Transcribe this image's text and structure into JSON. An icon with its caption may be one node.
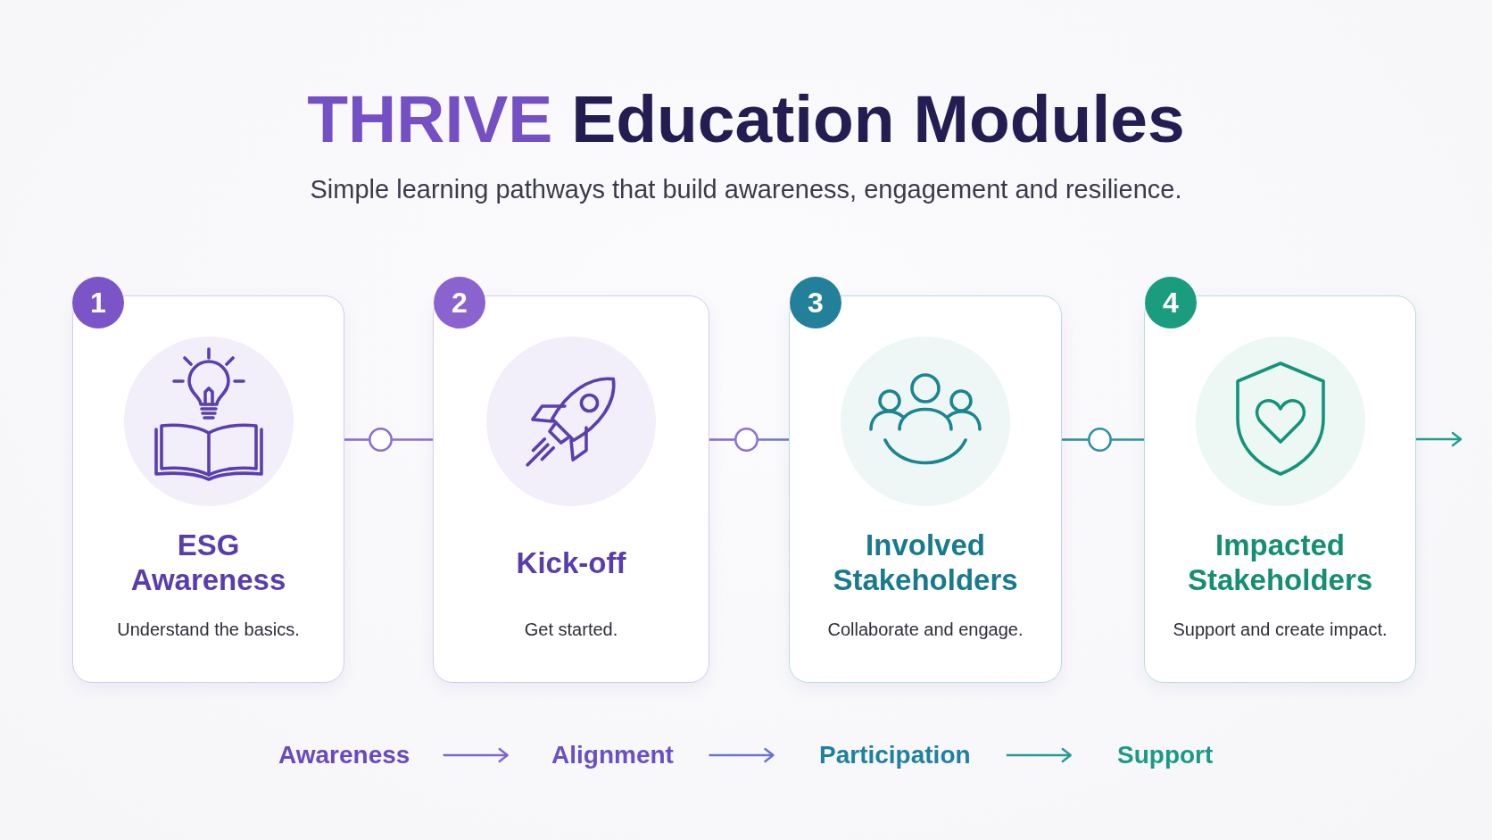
{
  "diagram": {
    "title": "**THRIVE** Education Modules",
    "nodes": [
      {
        "text": [
          "1"
        ]
      },
      {
        "text": [
          "ESG Awareness",
          "Understand the basics."
        ]
      },
      {
        "text": [],
        "shape": "circle"
      },
      {
        "text": [
          "2"
        ]
      },
      {
        "text": [
          "Kick-off",
          "Get started."
        ]
      },
      {
        "text": [],
        "shape": "circle"
      },
      {
        "text": [
          "3"
        ]
      },
      {
        "text": [
          "Involved Stakeholders",
          "Collaborate and engage."
        ]
      },
      {
        "text": [],
        "shape": "circle"
      },
      {
        "text": [
          "4"
        ]
      },
      {
        "text": [
          "Impacted Stakeholders",
          "Support and create impact."
        ]
      },
      {
        "text": [
          "Awareness"
        ]
      },
      {
        "text": [
          "Alignment"
        ]
      },
      {
        "text": [
          "Participation"
        ]
      },
      {
        "text": [
          "Support"
        ]
      }
    ],
    "edges": [
      {
        "from": 1,
        "to": 2,
        "arrow": "none",
        "color": "#8a6fd2"
      },
      {
        "from": 2,
        "to": 4,
        "arrow": "none",
        "color": "#8a6fd2"
      },
      {
        "from": 4,
        "to": 5,
        "arrow": "none",
        "color": "#8a6fd2"
      },
      {
        "from": 5,
        "to": 7,
        "arrow": "none",
        "color": "#6f78c8"
      },
      {
        "from": 7,
        "to": 8,
        "arrow": "none",
        "color": "#2e8fa8"
      },
      {
        "from": 8,
        "to": 10,
        "arrow": "none",
        "color": "#2a94a2"
      },
      {
        "from": 10,
        "to": null,
        "arrow": "to",
        "color": "#1da08a"
      },
      {
        "from": 11,
        "to": 12,
        "arrow": "to",
        "color": "#7e66d0"
      },
      {
        "from": 12,
        "to": 13,
        "arrow": "to",
        "color": "#6b72d0"
      },
      {
        "from": 13,
        "to": 14,
        "arrow": "to",
        "color": "#24989c"
      }
    ],
    "labels": [
      "Simple learning pathways that build awareness, engagement and resilience."
    ]
  }
}
